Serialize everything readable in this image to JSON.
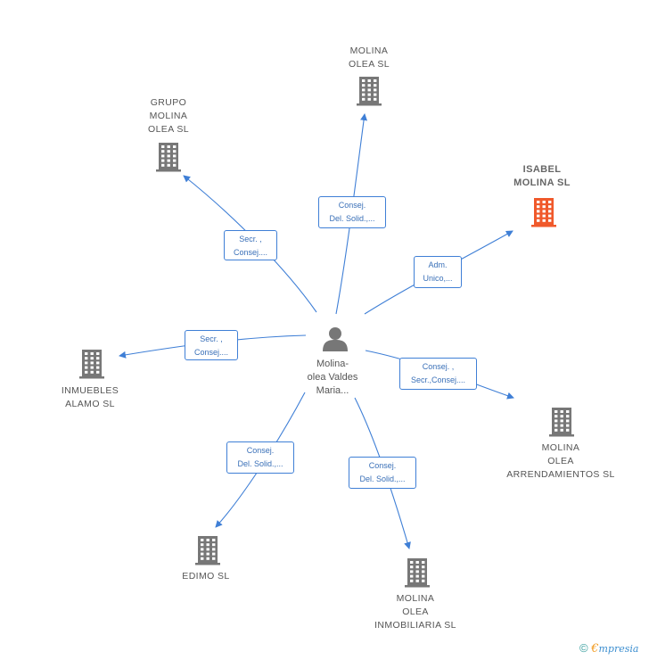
{
  "center": {
    "name_lines": [
      "Molina-",
      "olea Valdes",
      "Maria..."
    ],
    "icon": "person-icon"
  },
  "companies": [
    {
      "id": "molina-olea-sl",
      "lines": [
        "MOLINA",
        "OLEA SL"
      ],
      "role_lines": [
        "Consej.",
        "Del. Solid.,..."
      ],
      "icon": "building-icon"
    },
    {
      "id": "grupo-molina-olea-sl",
      "lines": [
        "GRUPO",
        "MOLINA",
        "OLEA SL"
      ],
      "role_lines": [
        "Secr. ,",
        "Consej...."
      ],
      "icon": "building-icon"
    },
    {
      "id": "isabel-molina-sl",
      "lines": [
        "ISABEL",
        "MOLINA SL"
      ],
      "role_lines": [
        "Adm.",
        "Unico,..."
      ],
      "icon": "building-icon",
      "highlight": true
    },
    {
      "id": "inmuebles-alamo-sl",
      "lines": [
        "INMUEBLES",
        "ALAMO SL"
      ],
      "role_lines": [
        "Secr. ,",
        "Consej...."
      ],
      "icon": "building-icon"
    },
    {
      "id": "molina-olea-arrendamientos-sl",
      "lines": [
        "MOLINA",
        "OLEA",
        "ARRENDAMIENTOS SL"
      ],
      "role_lines": [
        "Consej. ,",
        "Secr.,Consej...."
      ],
      "icon": "building-icon"
    },
    {
      "id": "edimo-sl",
      "lines": [
        "EDIMO SL"
      ],
      "role_lines": [
        "Consej.",
        "Del. Solid.,..."
      ],
      "icon": "building-icon"
    },
    {
      "id": "molina-olea-inmobiliaria-sl",
      "lines": [
        "MOLINA",
        "OLEA",
        "INMOBILIARIA SL"
      ],
      "role_lines": [
        "Consej.",
        "Del. Solid.,..."
      ],
      "icon": "building-icon"
    }
  ],
  "colors": {
    "edge": "#3f7fd6",
    "building": "#777777",
    "building_highlight": "#f0592b",
    "person": "#777777"
  },
  "footer": {
    "copyright_symbol": "©",
    "brand_initial": "€",
    "brand_rest": "mpresia"
  }
}
